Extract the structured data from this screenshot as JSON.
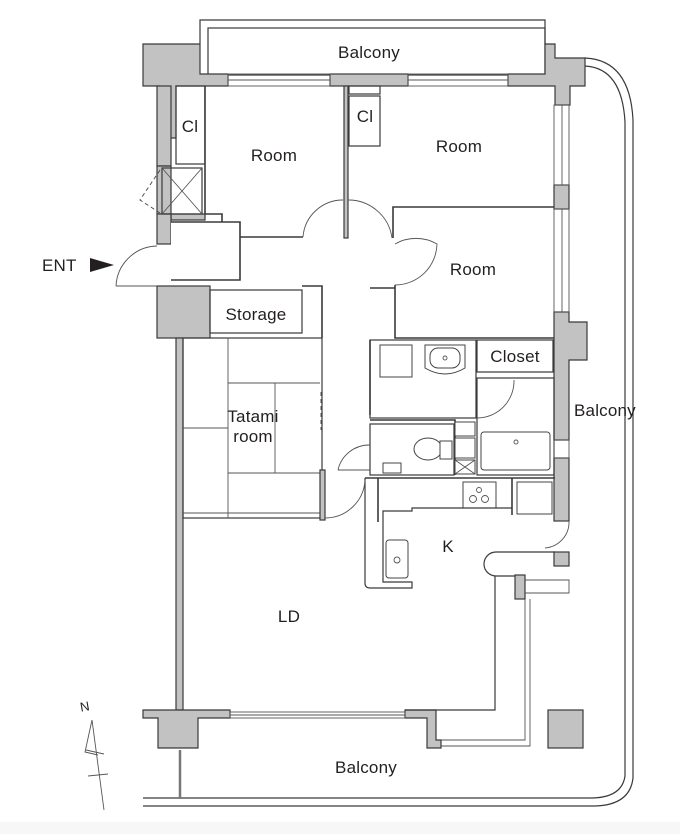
{
  "floorplan": {
    "rooms": {
      "balcony_north": "Balcony",
      "closet_west": "Cl",
      "room_northwest": "Room",
      "closet_center": "Cl",
      "room_northeast": "Room",
      "room_east": "Room",
      "storage": "Storage",
      "closet_east": "Closet",
      "tatami_line1": "Tatami",
      "tatami_line2": "room",
      "balcony_east": "Balcony",
      "kitchen": "K",
      "living_dining": "LD",
      "balcony_south": "Balcony"
    },
    "entrance_label": "ENT",
    "compass_label": "N",
    "colors": {
      "wall_fill": "#c2c2c2",
      "line": "#3a3a3a",
      "text": "#231f20",
      "background": "#ffffff"
    }
  }
}
